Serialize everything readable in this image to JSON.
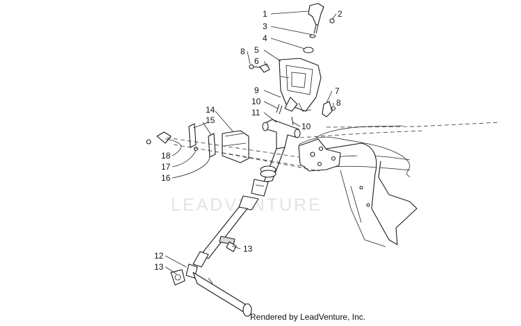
{
  "watermark": "LEADVENTURE",
  "footer": "Rendered by LeadVenture, Inc.",
  "callouts": [
    "1",
    "2",
    "3",
    "4",
    "5",
    "6",
    "7",
    "8",
    "8",
    "9",
    "10",
    "10",
    "11",
    "12",
    "13",
    "13",
    "14",
    "15",
    "16",
    "17",
    "18"
  ]
}
